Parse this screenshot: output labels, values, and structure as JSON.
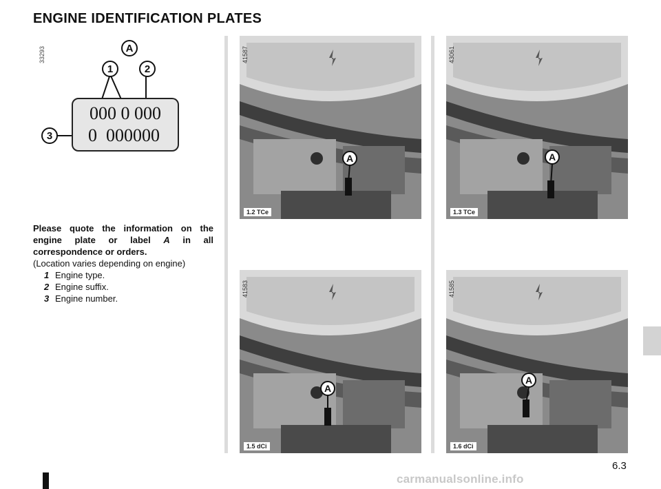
{
  "page": {
    "title": "ENGINE IDENTIFICATION PLATES",
    "figure_code": "33293",
    "page_number": "6.3",
    "watermark": "carmanualsonline.info"
  },
  "plate_diagram": {
    "label_a": "A",
    "label_1": "1",
    "label_2": "2",
    "label_3": "3",
    "line1": "000 0 000",
    "line2": "0  000000"
  },
  "text": {
    "bold_paragraph_start": "Please quote the information on the engine plate or label ",
    "bold_paragraph_label": "A",
    "bold_paragraph_end": " in all correspondence or orders.",
    "note": "(Location varies depending on engine)",
    "items": [
      {
        "num": "1",
        "label": "Engine type."
      },
      {
        "num": "2",
        "label": "Engine suffix."
      },
      {
        "num": "3",
        "label": "Engine number."
      }
    ]
  },
  "photos": [
    {
      "code": "41587",
      "caption": "1.2 TCe",
      "marker": "A"
    },
    {
      "code": "43061",
      "caption": "1.3 TCe",
      "marker": "A"
    },
    {
      "code": "41583",
      "caption": "1.5 dCi",
      "marker": "A"
    },
    {
      "code": "41585",
      "caption": "1.6 dCi",
      "marker": "A"
    }
  ]
}
